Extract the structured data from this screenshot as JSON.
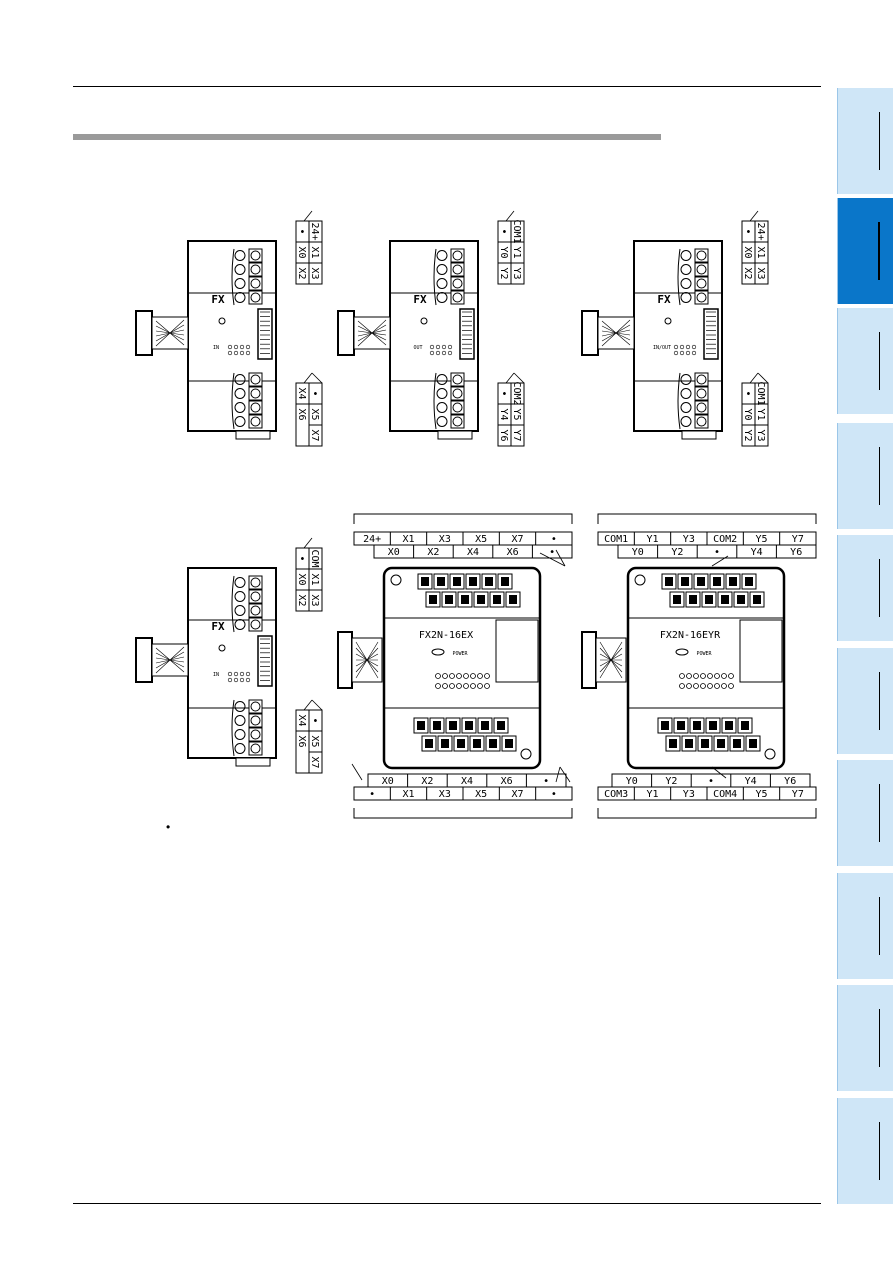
{
  "footnote_mark": "•",
  "side_tabs": [
    {
      "active": false
    },
    {
      "active": true
    },
    {
      "active": false
    },
    {
      "active": false
    },
    {
      "active": false
    },
    {
      "active": false
    },
    {
      "active": false
    },
    {
      "active": false
    },
    {
      "active": false
    },
    {
      "active": false
    }
  ],
  "colors": {
    "title_bar": "#9a9a9a",
    "tab_light": "#cfe6f7",
    "tab_active": "#0a76c9",
    "text": "#000000"
  },
  "modules": [
    {
      "id": "m1",
      "brand": "FX",
      "top_row1": [
        "24+",
        "X1",
        "X3"
      ],
      "top_row0": [
        "•",
        "X0",
        "X2"
      ],
      "bot_row1": [
        "•",
        "X5",
        "X7"
      ],
      "bot_row0": [
        "X4",
        "X6"
      ],
      "led": "IN"
    },
    {
      "id": "m2",
      "brand": "FX",
      "top_row1": [
        "COM1",
        "Y1",
        "Y3"
      ],
      "top_row0": [
        "•",
        "Y0",
        "Y2"
      ],
      "bot_row1": [
        "COM2",
        "Y5",
        "Y7"
      ],
      "bot_row0": [
        "•",
        "Y4",
        "Y6"
      ],
      "led": "OUT"
    },
    {
      "id": "m3",
      "brand": "FX",
      "top_row1": [
        "24+",
        "X1",
        "X3"
      ],
      "top_row0": [
        "•",
        "X0",
        "X2"
      ],
      "bot_row1": [
        "COM1",
        "Y1",
        "Y3"
      ],
      "bot_row0": [
        "•",
        "Y0",
        "Y2"
      ],
      "led": "IN/OUT"
    },
    {
      "id": "m4",
      "brand": "FX",
      "top_row1": [
        "COM",
        "X1",
        "X3"
      ],
      "top_row0": [
        "•",
        "X0",
        "X2"
      ],
      "bot_row1": [
        "•",
        "X5",
        "X7"
      ],
      "bot_row0": [
        "X4",
        "X6"
      ],
      "led": "IN"
    }
  ],
  "ex16": {
    "model": "FX2N-16EX",
    "power": "POWER",
    "top_a": [
      "24+",
      "X1",
      "X3",
      "X5",
      "X7",
      "•"
    ],
    "top_b": [
      "X0",
      "X2",
      "X4",
      "X6",
      "•"
    ],
    "bot_a": [
      "X0",
      "X2",
      "X4",
      "X6",
      "•"
    ],
    "bot_b": [
      "•",
      "X1",
      "X3",
      "X5",
      "X7",
      "•"
    ]
  },
  "eyr16": {
    "model": "FX2N-16EYR",
    "power": "POWER",
    "top_a": [
      "COM1",
      "Y1",
      "Y3",
      "COM2",
      "Y5",
      "Y7"
    ],
    "top_b": [
      "Y0",
      "Y2",
      "•",
      "Y4",
      "Y6"
    ],
    "bot_a": [
      "Y0",
      "Y2",
      "•",
      "Y4",
      "Y6"
    ],
    "bot_b": [
      "COM3",
      "Y1",
      "Y3",
      "COM4",
      "Y5",
      "Y7"
    ]
  }
}
